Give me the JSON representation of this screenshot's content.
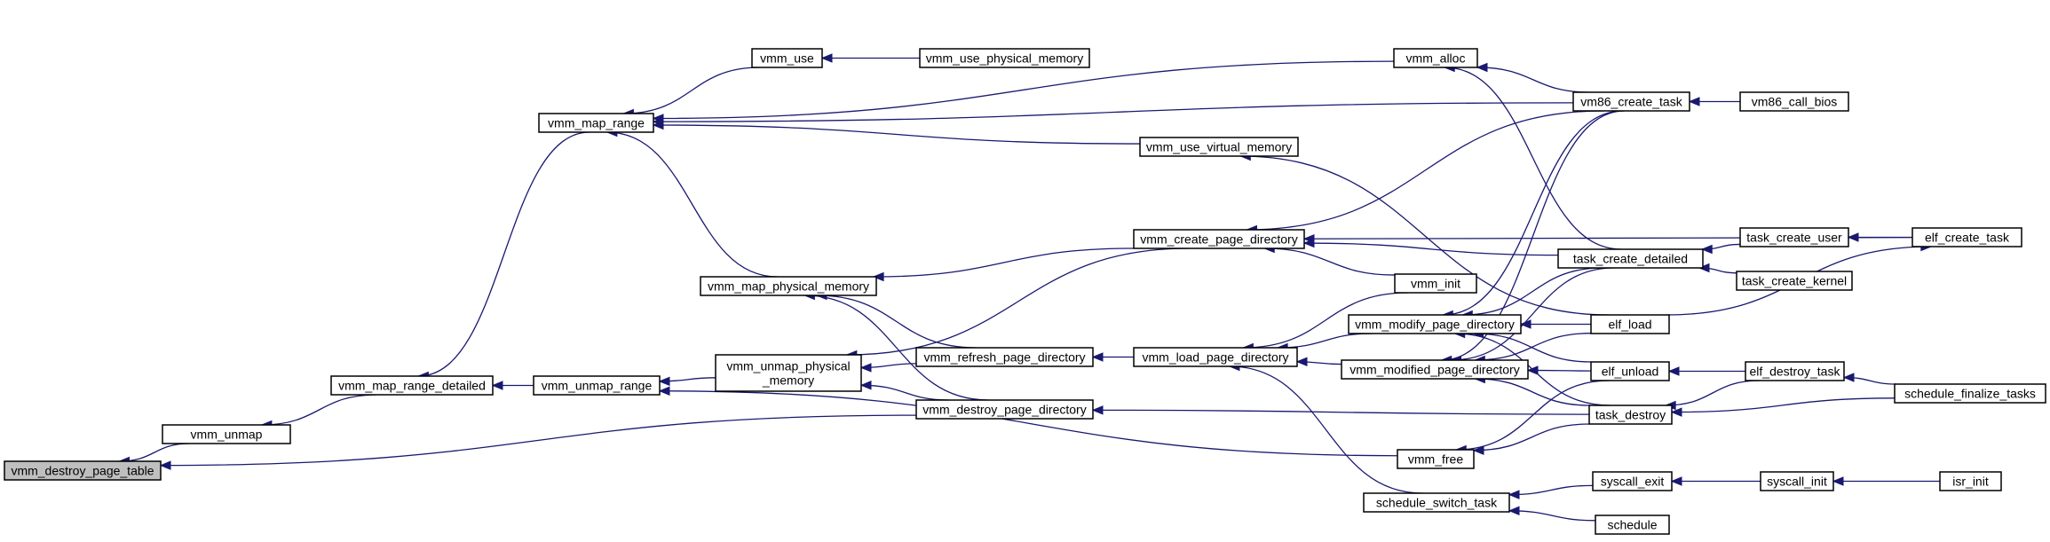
{
  "graph": {
    "edge_color": "#191970",
    "root_fill": "#bfbfbf",
    "nodes": [
      {
        "id": "vmm_destroy_page_table",
        "lines": [
          "vmm_destroy_page_table"
        ],
        "root": true
      },
      {
        "id": "vmm_unmap",
        "lines": [
          "vmm_unmap"
        ]
      },
      {
        "id": "vmm_map_range_detailed",
        "lines": [
          "vmm_map_range_detailed"
        ]
      },
      {
        "id": "vmm_map_range",
        "lines": [
          "vmm_map_range"
        ]
      },
      {
        "id": "vmm_use",
        "lines": [
          "vmm_use"
        ]
      },
      {
        "id": "vmm_use_physical_memory",
        "lines": [
          "vmm_use_physical_memory"
        ]
      },
      {
        "id": "vmm_alloc",
        "lines": [
          "vmm_alloc"
        ]
      },
      {
        "id": "vm86_create_task",
        "lines": [
          "vm86_create_task"
        ]
      },
      {
        "id": "vm86_call_bios",
        "lines": [
          "vm86_call_bios"
        ]
      },
      {
        "id": "vmm_use_virtual_memory",
        "lines": [
          "vmm_use_virtual_memory"
        ]
      },
      {
        "id": "vmm_create_page_directory",
        "lines": [
          "vmm_create_page_directory"
        ]
      },
      {
        "id": "elf_create_task",
        "lines": [
          "elf_create_task"
        ]
      },
      {
        "id": "task_create_detailed",
        "lines": [
          "task_create_detailed"
        ]
      },
      {
        "id": "task_create_user",
        "lines": [
          "task_create_user"
        ]
      },
      {
        "id": "task_create_kernel",
        "lines": [
          "task_create_kernel"
        ]
      },
      {
        "id": "vmm_map_physical_memory",
        "lines": [
          "vmm_map_physical_memory"
        ]
      },
      {
        "id": "vmm_init",
        "lines": [
          "vmm_init"
        ]
      },
      {
        "id": "vmm_modify_page_directory",
        "lines": [
          "vmm_modify_page_directory"
        ]
      },
      {
        "id": "elf_load",
        "lines": [
          "elf_load"
        ]
      },
      {
        "id": "vmm_refresh_page_directory",
        "lines": [
          "vmm_refresh_page_directory"
        ]
      },
      {
        "id": "vmm_load_page_directory",
        "lines": [
          "vmm_load_page_directory"
        ]
      },
      {
        "id": "vmm_unmap_range",
        "lines": [
          "vmm_unmap_range"
        ]
      },
      {
        "id": "vmm_unmap_physical_memory",
        "lines": [
          "vmm_unmap_physical",
          "_memory"
        ]
      },
      {
        "id": "vmm_modified_page_directory",
        "lines": [
          "vmm_modified_page_directory"
        ]
      },
      {
        "id": "elf_unload",
        "lines": [
          "elf_unload"
        ]
      },
      {
        "id": "elf_destroy_task",
        "lines": [
          "elf_destroy_task"
        ]
      },
      {
        "id": "vmm_destroy_page_directory",
        "lines": [
          "vmm_destroy_page_directory"
        ]
      },
      {
        "id": "task_destroy",
        "lines": [
          "task_destroy"
        ]
      },
      {
        "id": "schedule_finalize_tasks",
        "lines": [
          "schedule_finalize_tasks"
        ]
      },
      {
        "id": "vmm_free",
        "lines": [
          "vmm_free"
        ]
      },
      {
        "id": "schedule_switch_task",
        "lines": [
          "schedule_switch_task"
        ]
      },
      {
        "id": "syscall_exit",
        "lines": [
          "syscall_exit"
        ]
      },
      {
        "id": "syscall_init",
        "lines": [
          "syscall_init"
        ]
      },
      {
        "id": "isr_init",
        "lines": [
          "isr_init"
        ]
      },
      {
        "id": "schedule",
        "lines": [
          "schedule"
        ]
      }
    ],
    "edges": [
      [
        "vmm_unmap",
        "vmm_destroy_page_table"
      ],
      [
        "vmm_destroy_page_directory",
        "vmm_destroy_page_table"
      ],
      [
        "vmm_map_range_detailed",
        "vmm_unmap"
      ],
      [
        "vmm_map_range",
        "vmm_map_range_detailed"
      ],
      [
        "vmm_unmap_range",
        "vmm_map_range_detailed"
      ],
      [
        "vmm_use",
        "vmm_map_range"
      ],
      [
        "vmm_alloc",
        "vmm_map_range"
      ],
      [
        "vmm_use_virtual_memory",
        "vmm_map_range"
      ],
      [
        "vm86_create_task",
        "vmm_map_range"
      ],
      [
        "vmm_map_physical_memory",
        "vmm_map_range"
      ],
      [
        "vmm_use_physical_memory",
        "vmm_use"
      ],
      [
        "vm86_create_task",
        "vmm_alloc"
      ],
      [
        "task_create_detailed",
        "vmm_alloc"
      ],
      [
        "vm86_call_bios",
        "vm86_create_task"
      ],
      [
        "elf_load",
        "vmm_use_virtual_memory"
      ],
      [
        "vmm_create_page_directory",
        "vmm_map_physical_memory"
      ],
      [
        "vmm_refresh_page_directory",
        "vmm_map_physical_memory"
      ],
      [
        "vmm_destroy_page_directory",
        "vmm_map_physical_memory"
      ],
      [
        "vm86_create_task",
        "vmm_create_page_directory"
      ],
      [
        "elf_create_task",
        "vmm_create_page_directory"
      ],
      [
        "task_create_detailed",
        "vmm_create_page_directory"
      ],
      [
        "vmm_init",
        "vmm_create_page_directory"
      ],
      [
        "task_create_user",
        "task_create_detailed"
      ],
      [
        "task_create_kernel",
        "task_create_detailed"
      ],
      [
        "elf_create_task",
        "task_create_user"
      ],
      [
        "elf_load",
        "elf_create_task"
      ],
      [
        "vmm_unmap_physical_memory",
        "vmm_unmap_range"
      ],
      [
        "vmm_free",
        "vmm_unmap_range"
      ],
      [
        "vmm_refresh_page_directory",
        "vmm_unmap_physical_memory"
      ],
      [
        "vmm_destroy_page_directory",
        "vmm_unmap_physical_memory"
      ],
      [
        "vmm_create_page_directory",
        "vmm_unmap_physical_memory"
      ],
      [
        "vmm_load_page_directory",
        "vmm_refresh_page_directory"
      ],
      [
        "vmm_init",
        "vmm_load_page_directory"
      ],
      [
        "vmm_modify_page_directory",
        "vmm_load_page_directory"
      ],
      [
        "vmm_modified_page_directory",
        "vmm_load_page_directory"
      ],
      [
        "schedule_switch_task",
        "vmm_load_page_directory"
      ],
      [
        "vm86_create_task",
        "vmm_modify_page_directory"
      ],
      [
        "task_create_detailed",
        "vmm_modify_page_directory"
      ],
      [
        "elf_load",
        "vmm_modify_page_directory"
      ],
      [
        "elf_unload",
        "vmm_modify_page_directory"
      ],
      [
        "task_destroy",
        "vmm_modify_page_directory"
      ],
      [
        "vm86_create_task",
        "vmm_modified_page_directory"
      ],
      [
        "task_create_detailed",
        "vmm_modified_page_directory"
      ],
      [
        "elf_load",
        "vmm_modified_page_directory"
      ],
      [
        "elf_unload",
        "vmm_modified_page_directory"
      ],
      [
        "task_destroy",
        "vmm_modified_page_directory"
      ],
      [
        "elf_destroy_task",
        "elf_unload"
      ],
      [
        "schedule_finalize_tasks",
        "elf_destroy_task"
      ],
      [
        "elf_destroy_task",
        "task_destroy"
      ],
      [
        "schedule_finalize_tasks",
        "task_destroy"
      ],
      [
        "task_destroy",
        "vmm_destroy_page_directory"
      ],
      [
        "elf_unload",
        "vmm_free"
      ],
      [
        "task_destroy",
        "vmm_free"
      ],
      [
        "syscall_exit",
        "schedule_switch_task"
      ],
      [
        "schedule",
        "schedule_switch_task"
      ],
      [
        "syscall_init",
        "syscall_exit"
      ],
      [
        "isr_init",
        "syscall_init"
      ]
    ]
  }
}
